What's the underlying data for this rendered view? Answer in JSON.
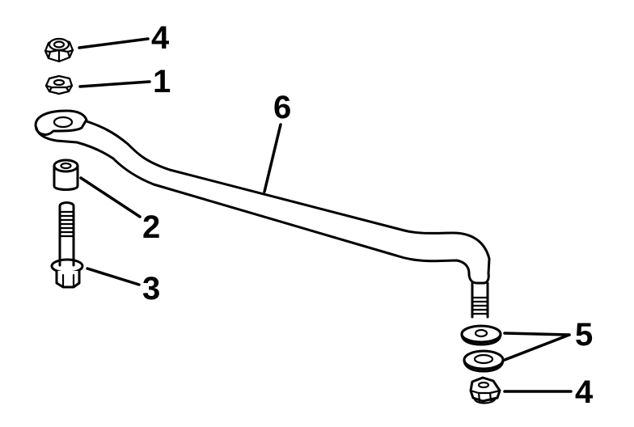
{
  "diagram": {
    "type": "exploded-parts-view",
    "subject": "steering link rod assembly",
    "background": "#ffffff",
    "ink": "#000000",
    "callouts": {
      "locknut_top": "4",
      "nut": "1",
      "link_rod": "6",
      "spacer": "2",
      "bolt": "3",
      "washers": "5",
      "locknut_bottom": "4"
    },
    "parts": [
      {
        "callout": "1",
        "part": "nut"
      },
      {
        "callout": "2",
        "part": "spacer"
      },
      {
        "callout": "3",
        "part": "flange bolt"
      },
      {
        "callout": "4",
        "part": "locknut"
      },
      {
        "callout": "5",
        "part": "washer"
      },
      {
        "callout": "6",
        "part": "link rod"
      }
    ]
  }
}
